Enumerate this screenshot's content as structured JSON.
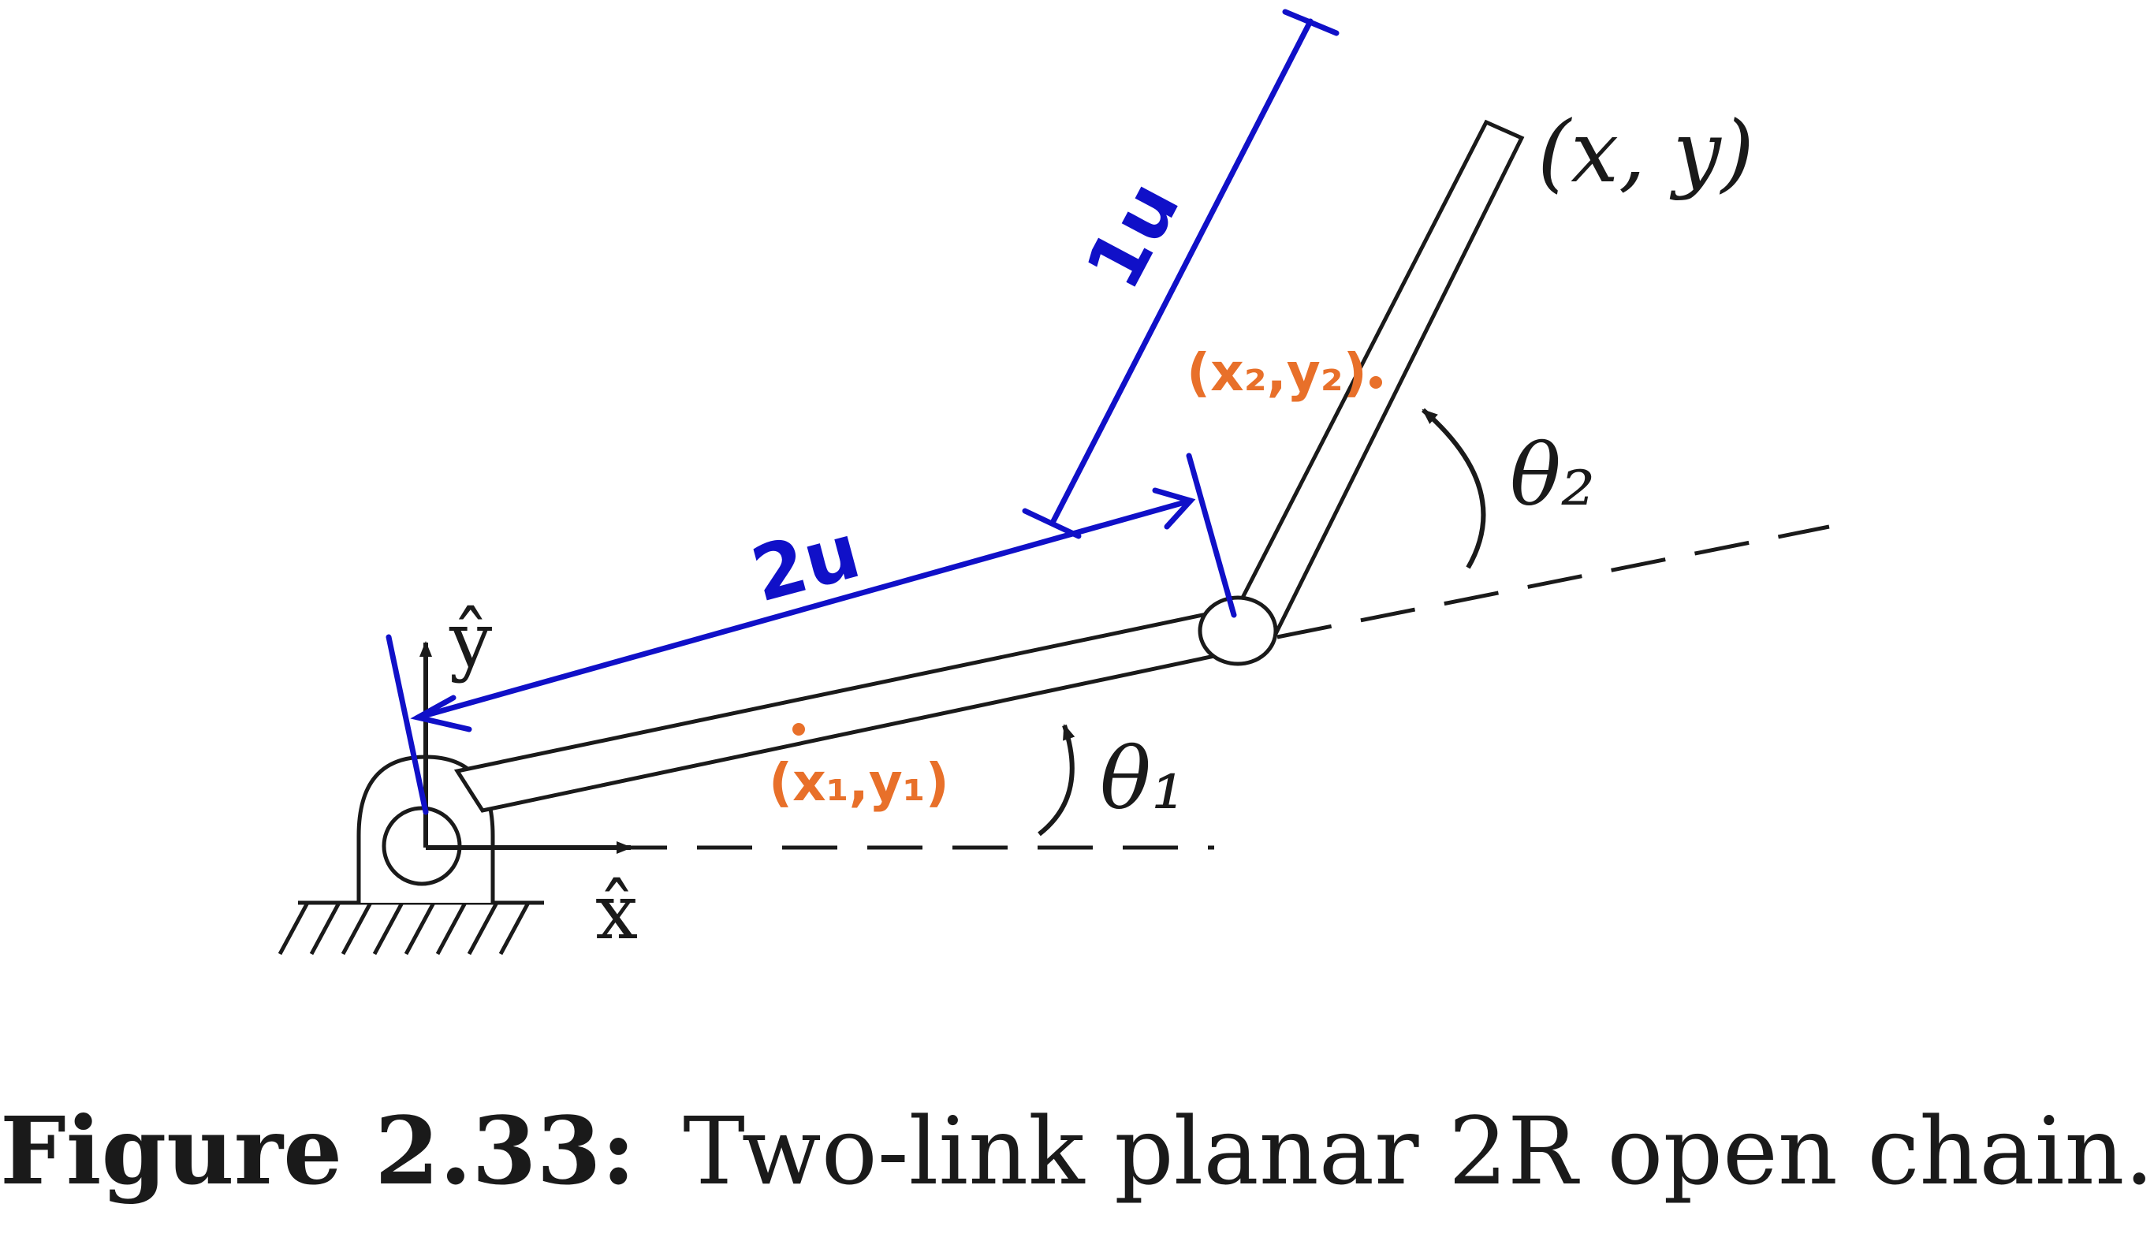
{
  "labels": {
    "end_effector": "(x, y)",
    "theta2": "θ₂",
    "theta1": "θ₁",
    "y_axis": "ŷ",
    "x_axis": "x̂",
    "length_1u": "1u",
    "length_2u": "2u",
    "point_x2y2": "(x₂,y₂)",
    "point_x1y1": "(x₁,y₁)"
  },
  "caption": {
    "label": "Figure 2.33:",
    "text": "Two-link planar 2R open chain."
  },
  "colors": {
    "ink": "#1a1a1a",
    "annotation_blue": "#1010c8",
    "annotation_orange": "#e8702a"
  }
}
